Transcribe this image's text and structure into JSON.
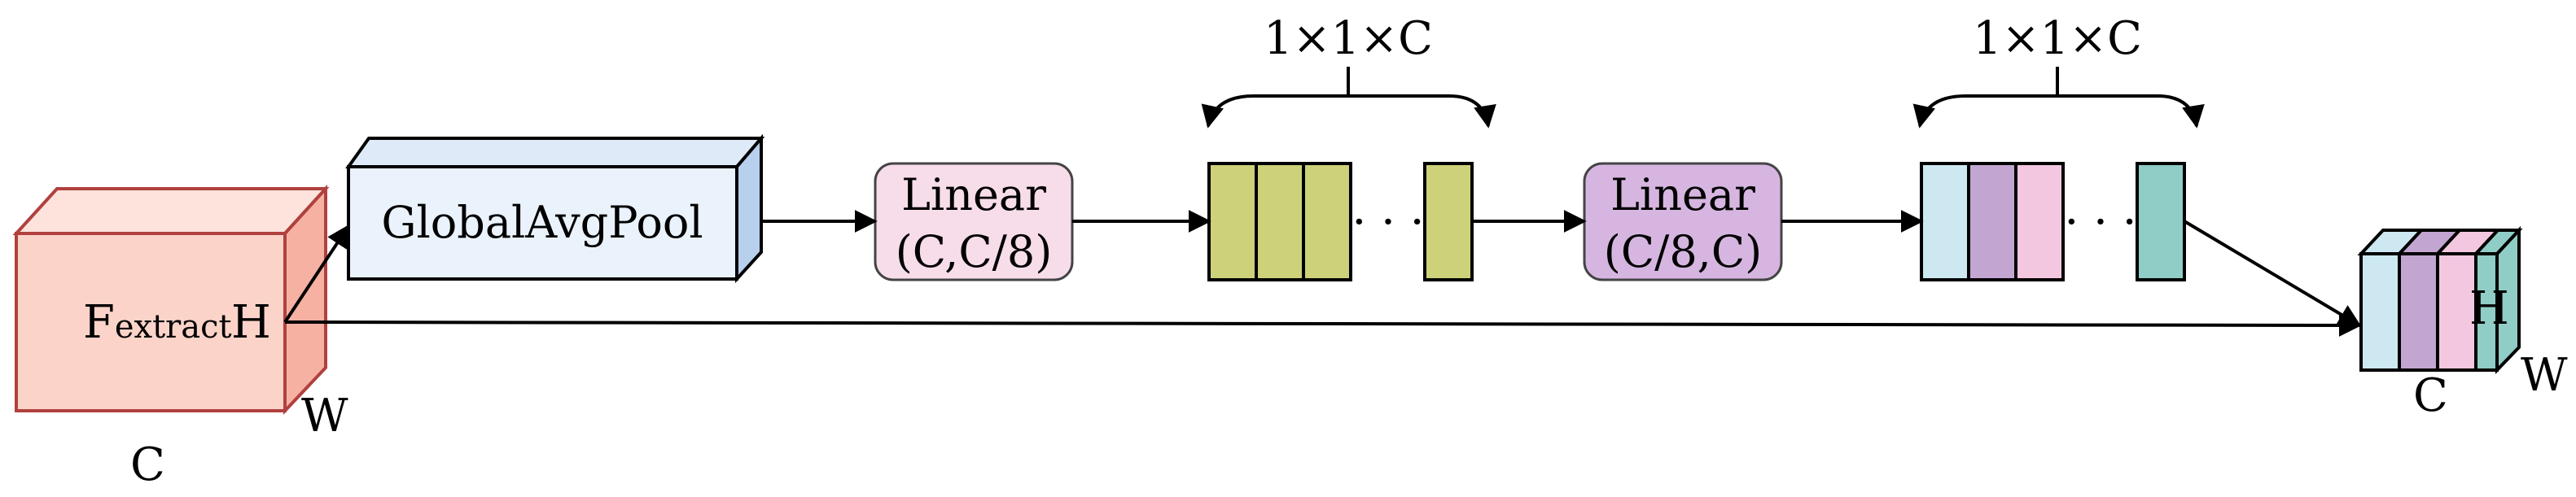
{
  "input_block": {
    "label_main": "F",
    "label_sub": "extract",
    "dim_h": "H",
    "dim_w": "W",
    "dim_c": "C",
    "colors": {
      "front": "#fbd3c9",
      "top": "#fde3dc",
      "side": "#f6b1a3",
      "edge": "#b0413e"
    }
  },
  "pool": {
    "label": "GlobalAvgPool",
    "colors": {
      "front": "#eaf2fb",
      "top": "#dfeaf8",
      "side": "#b8d0ee",
      "edge": "#000000"
    }
  },
  "linear1": {
    "line1": "Linear",
    "line2": "(C,C/8)",
    "fill": "#f7dcea"
  },
  "linear2": {
    "line1": "Linear",
    "line2": "(C/8,C)",
    "fill": "#d6b6e0"
  },
  "vector1": {
    "brace_label": "1×1×C",
    "ellipsis": "· · ·",
    "cell_colors": [
      "#cdd17a",
      "#cdd17a",
      "#cdd17a",
      "#cdd17a"
    ]
  },
  "vector2": {
    "brace_label": "1×1×C",
    "ellipsis": "· · ·",
    "cell_colors": [
      "#cde8f0",
      "#c3a5d2",
      "#f4c7e0",
      "#8fcdc6"
    ]
  },
  "output_block": {
    "dim_h": "H",
    "dim_w": "W",
    "dim_c": "C",
    "slice_colors": [
      "#cde8f0",
      "#c3a5d2",
      "#f4c7e0",
      "#8fcdc6"
    ]
  }
}
